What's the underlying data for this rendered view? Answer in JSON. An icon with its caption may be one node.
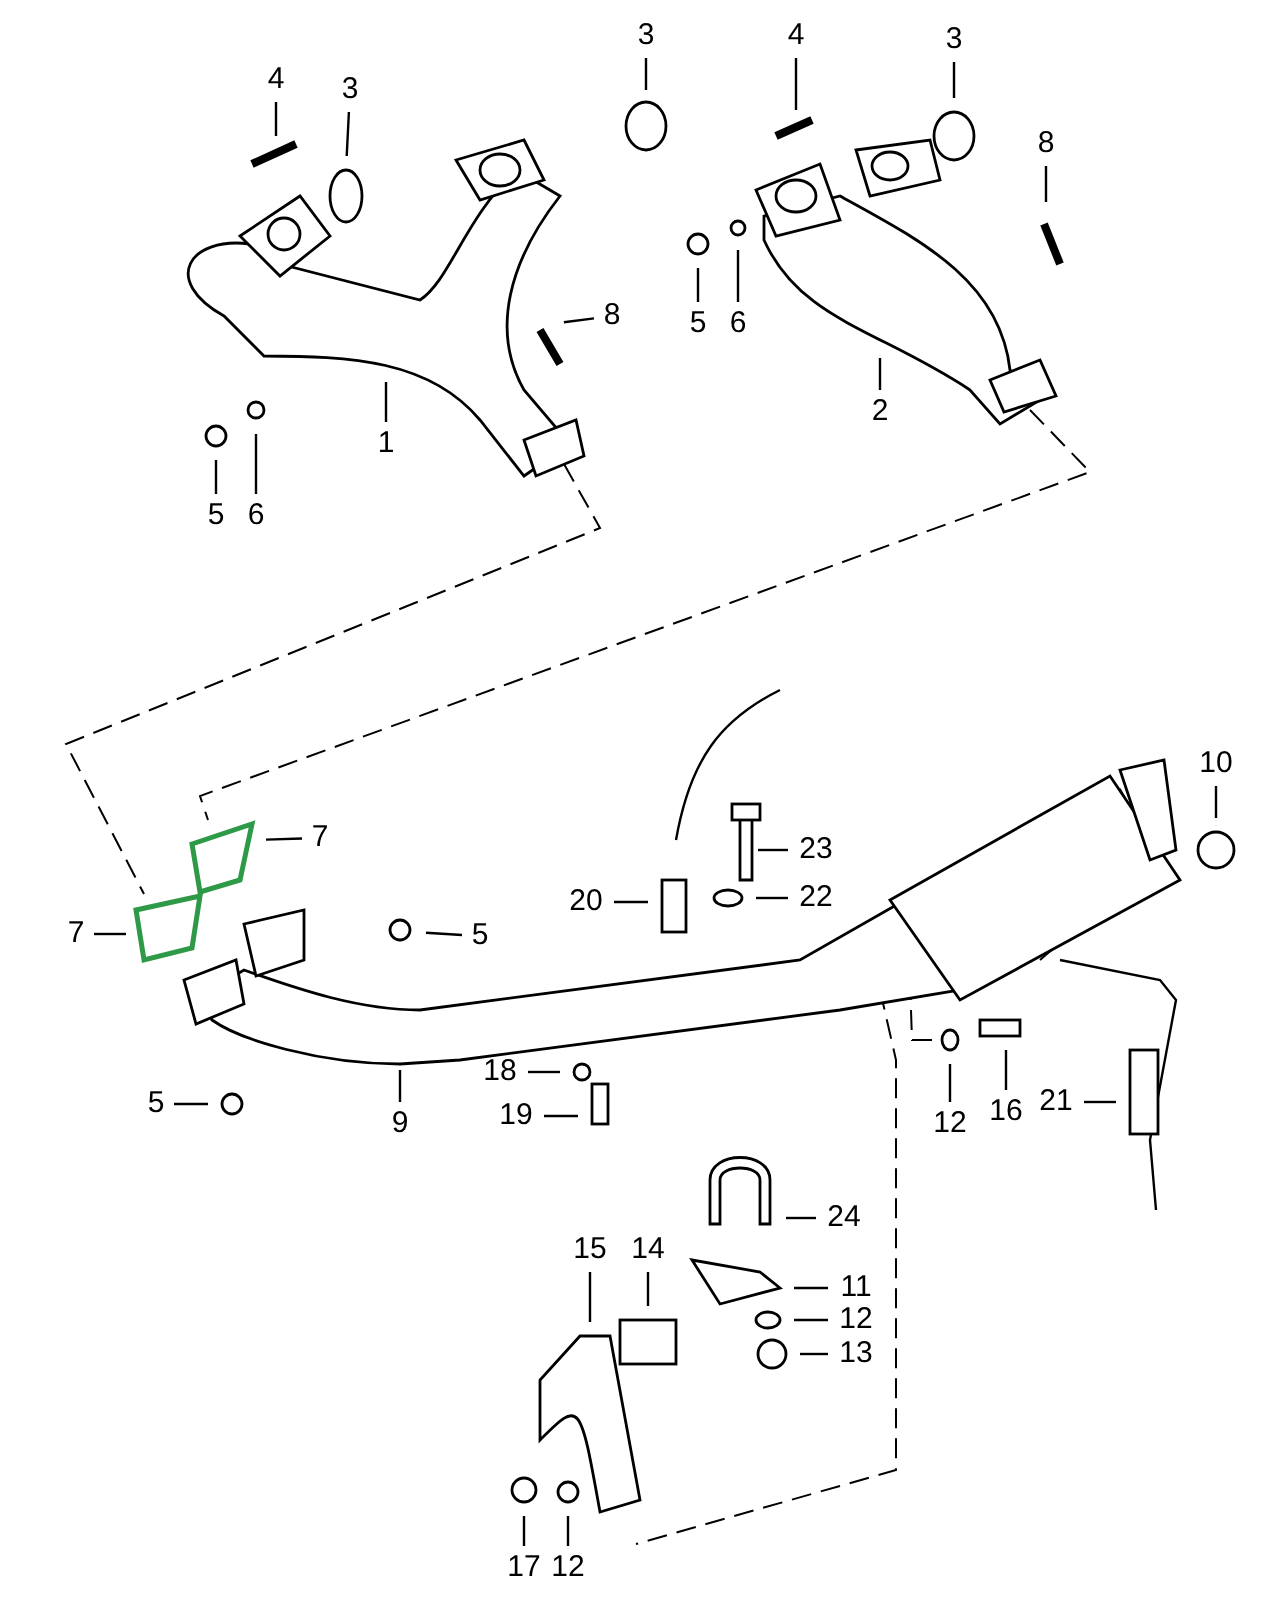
{
  "diagram": {
    "nodes": [
      {
        "text": [
          "4"
        ]
      },
      {
        "text": [
          "3"
        ]
      },
      {
        "text": [
          "3"
        ]
      },
      {
        "text": [
          "4"
        ]
      },
      {
        "text": [
          "3"
        ]
      },
      {
        "text": [
          "8"
        ]
      },
      {
        "text": [
          "5"
        ]
      },
      {
        "text": [
          "6"
        ]
      },
      {
        "text": [
          "8"
        ]
      },
      {
        "text": [
          "2"
        ]
      },
      {
        "text": [
          "1"
        ]
      },
      {
        "text": [
          "5"
        ]
      },
      {
        "text": [
          "6"
        ]
      },
      {
        "text": [
          "7"
        ]
      },
      {
        "text": [
          "7"
        ]
      },
      {
        "text": [
          "5"
        ]
      },
      {
        "text": [
          "10"
        ]
      },
      {
        "text": [
          "23"
        ]
      },
      {
        "text": [
          "20"
        ]
      },
      {
        "text": [
          "22"
        ]
      },
      {
        "text": [
          "5"
        ]
      },
      {
        "text": [
          "9"
        ]
      },
      {
        "text": [
          "18"
        ]
      },
      {
        "text": [
          "19"
        ]
      },
      {
        "text": [
          "12"
        ]
      },
      {
        "text": [
          "16"
        ]
      },
      {
        "text": [
          "21"
        ]
      },
      {
        "text": [
          "24"
        ]
      },
      {
        "text": [
          "15"
        ]
      },
      {
        "text": [
          "14"
        ]
      },
      {
        "text": [
          "11"
        ]
      },
      {
        "text": [
          "12"
        ]
      },
      {
        "text": [
          "13"
        ]
      },
      {
        "text": [
          "17"
        ]
      },
      {
        "text": [
          "12"
        ]
      }
    ],
    "edges": [
      {
        "from": 0,
        "to": null,
        "arrow": "none"
      },
      {
        "from": 1,
        "to": null,
        "arrow": "none"
      },
      {
        "from": 2,
        "to": null,
        "arrow": "none"
      },
      {
        "from": 3,
        "to": null,
        "arrow": "none"
      },
      {
        "from": 4,
        "to": null,
        "arrow": "none"
      },
      {
        "from": 5,
        "to": null,
        "arrow": "none"
      },
      {
        "from": 6,
        "to": null,
        "arrow": "none"
      },
      {
        "from": 7,
        "to": null,
        "arrow": "none"
      },
      {
        "from": 8,
        "to": null,
        "arrow": "none"
      },
      {
        "from": 9,
        "to": null,
        "arrow": "none"
      },
      {
        "from": 10,
        "to": null,
        "arrow": "none"
      },
      {
        "from": 11,
        "to": null,
        "arrow": "none"
      },
      {
        "from": 12,
        "to": null,
        "arrow": "none"
      },
      {
        "from": 13,
        "to": null,
        "arrow": "none"
      },
      {
        "from": 14,
        "to": null,
        "arrow": "none"
      },
      {
        "from": 15,
        "to": null,
        "arrow": "none"
      },
      {
        "from": 16,
        "to": null,
        "arrow": "none"
      },
      {
        "from": 17,
        "to": null,
        "arrow": "none"
      },
      {
        "from": 18,
        "to": null,
        "arrow": "none"
      },
      {
        "from": 19,
        "to": null,
        "arrow": "none"
      },
      {
        "from": 20,
        "to": null,
        "arrow": "none"
      },
      {
        "from": 21,
        "to": null,
        "arrow": "none"
      },
      {
        "from": 22,
        "to": null,
        "arrow": "none"
      },
      {
        "from": 23,
        "to": null,
        "arrow": "none"
      },
      {
        "from": 24,
        "to": null,
        "arrow": "none"
      },
      {
        "from": 25,
        "to": null,
        "arrow": "none"
      },
      {
        "from": 26,
        "to": null,
        "arrow": "none"
      },
      {
        "from": 27,
        "to": null,
        "arrow": "none"
      },
      {
        "from": 28,
        "to": null,
        "arrow": "none"
      },
      {
        "from": 29,
        "to": null,
        "arrow": "none"
      },
      {
        "from": 30,
        "to": null,
        "arrow": "none"
      },
      {
        "from": 31,
        "to": null,
        "arrow": "none"
      },
      {
        "from": 32,
        "to": null,
        "arrow": "none"
      },
      {
        "from": 33,
        "to": null,
        "arrow": "none"
      },
      {
        "from": 34,
        "to": null,
        "arrow": "none"
      }
    ]
  }
}
